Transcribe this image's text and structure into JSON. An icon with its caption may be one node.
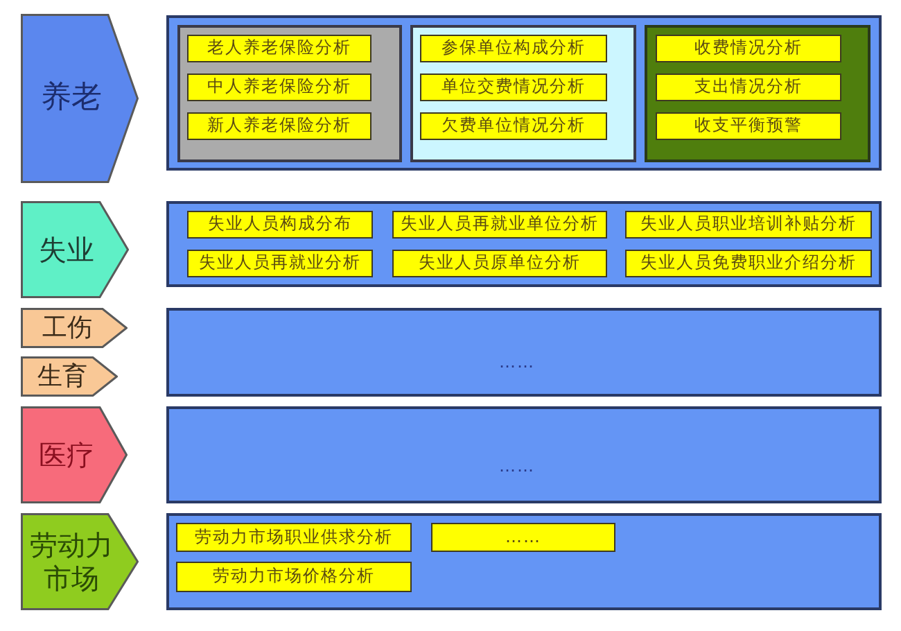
{
  "diagram": {
    "nodes": [
      {
        "text": [
          "养老"
        ]
      },
      {
        "text": [],
        "shape": "box"
      },
      {
        "text": [],
        "shape": "box",
        "in": 1
      },
      {
        "text": [
          "老人养老保险分析"
        ],
        "in": 2
      },
      {
        "text": [
          "中人养老保险分析"
        ],
        "in": 2
      },
      {
        "text": [
          "新人养老保险分析"
        ],
        "in": 2
      },
      {
        "text": [],
        "shape": "box",
        "in": 1
      },
      {
        "text": [
          "参保单位构成分析"
        ],
        "in": 6
      },
      {
        "text": [
          "单位交费情况分析"
        ],
        "in": 6
      },
      {
        "text": [
          "欠费单位情况分析"
        ],
        "in": 6
      },
      {
        "text": [],
        "shape": "box",
        "in": 1
      },
      {
        "text": [
          "收费情况分析"
        ],
        "in": 10
      },
      {
        "text": [
          "支出情况分析"
        ],
        "in": 10
      },
      {
        "text": [
          "收支平衡预警"
        ],
        "in": 10
      },
      {
        "text": [
          "失业"
        ]
      },
      {
        "text": [],
        "shape": "box"
      },
      {
        "text": [
          "失业人员构成分布"
        ],
        "in": 15
      },
      {
        "text": [
          "失业人员再就业单位分析"
        ],
        "in": 15
      },
      {
        "text": [
          "失业人员职业培训补贴分析"
        ],
        "in": 15
      },
      {
        "text": [
          "失业人员再就业分析"
        ],
        "in": 15
      },
      {
        "text": [
          "失业人员原单位分析"
        ],
        "in": 15
      },
      {
        "text": [
          "失业人员免费职业介绍分析"
        ],
        "in": 15
      },
      {
        "text": [
          "工伤"
        ]
      },
      {
        "text": [
          "生育"
        ]
      },
      {
        "text": [
          "……"
        ]
      },
      {
        "text": [
          "医疗"
        ]
      },
      {
        "text": [
          "……"
        ]
      },
      {
        "text": [
          "劳动力市场"
        ]
      },
      {
        "text": [],
        "shape": "box"
      },
      {
        "text": [
          "劳动力市场职业供求分析"
        ],
        "in": 28
      },
      {
        "text": [
          "……"
        ],
        "in": 28
      },
      {
        "text": [
          "劳动力市场价格分析"
        ],
        "in": 28
      }
    ]
  }
}
